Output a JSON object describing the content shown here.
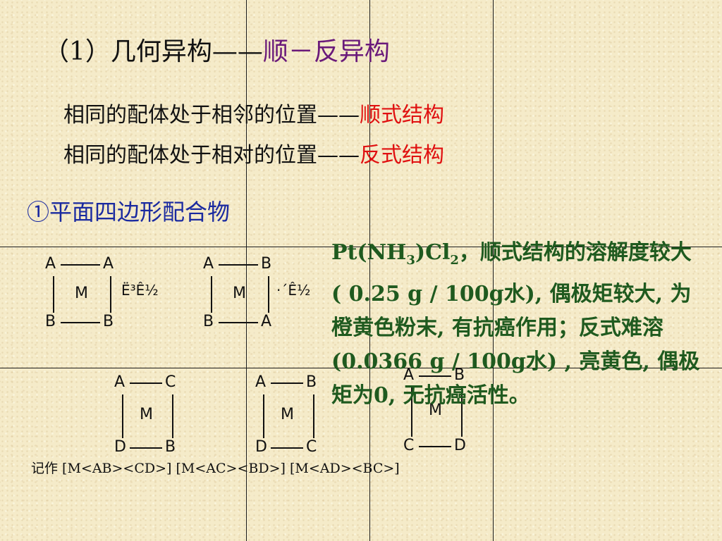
{
  "title": {
    "prefix": "（1）几何异构——",
    "emph": "顺－反异构"
  },
  "lines": [
    {
      "text": "相同的配体处于相邻的位置——",
      "emph": "顺式结构"
    },
    {
      "text": "相同的配体处于相对的位置——",
      "emph": "反式结构"
    }
  ],
  "subtitle": "①平面四边形配合物",
  "diagrams": [
    {
      "tl": "A",
      "tr": "A",
      "bl": "B",
      "br": "B",
      "center": "M"
    },
    {
      "tl": "A",
      "tr": "B",
      "bl": "B",
      "br": "A",
      "center": "M"
    },
    {
      "tl": "A",
      "tr": "C",
      "bl": "D",
      "br": "B",
      "center": "M"
    },
    {
      "tl": "A",
      "tr": "B",
      "bl": "D",
      "br": "C",
      "center": "M"
    },
    {
      "tl": "A",
      "tr": "B",
      "bl": "C",
      "br": "D",
      "center": "M"
    }
  ],
  "garbled": [
    "Ë³Ê½",
    "·´Ê½"
  ],
  "description": {
    "formula_pre": "Pt(NH",
    "sub1": "3",
    "formula_mid": ")Cl",
    "sub2": "2",
    "text": "，顺式结构的溶解度较大 ( 0.25 g / 100g水), 偶极矩较大, 为橙黄色粉末, 有抗癌作用；反式难溶(0.0366 g / 100g水) ,  亮黄色, 偶极矩为0, 无抗癌活性。"
  },
  "note": "记作 [M<AB><CD>]  [M<AC><BD>]  [M<AD><BC>]"
}
